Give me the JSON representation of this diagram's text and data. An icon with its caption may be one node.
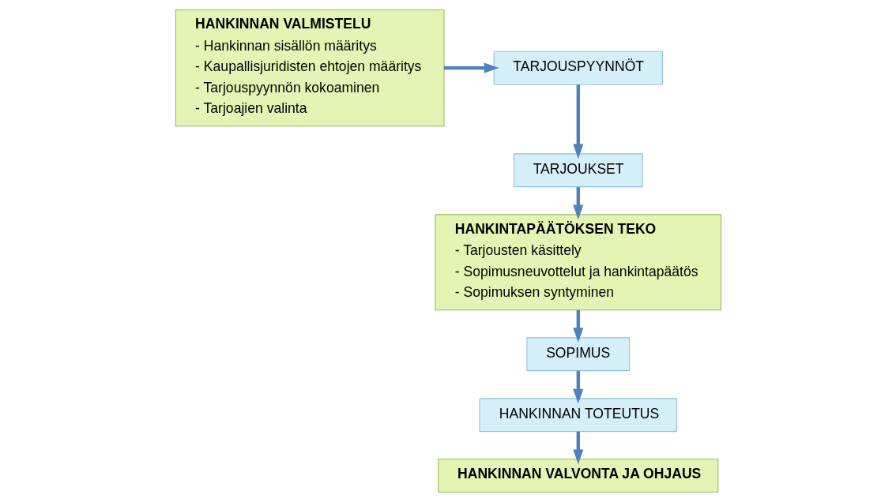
{
  "diagram": {
    "nodes": [
      {
        "text": [
          "HANKINNAN VALMISTELU",
          "- Hankinnan sisällön määritys",
          "- Kaupallisjuridisten ehtojen määritys",
          "- Tarjouspyynnön kokoaminen",
          "- Tarjoajien valinta"
        ]
      },
      {
        "text": [
          "TARJOUSPYYNNÖT"
        ]
      },
      {
        "text": [
          "TARJOUKSET"
        ]
      },
      {
        "text": [
          "HANKINTAPÄÄTÖKSEN TEKO",
          "- Tarjousten käsittely",
          "- Sopimusneuvottelut ja hankintapäätös",
          "- Sopimuksen syntyminen"
        ]
      },
      {
        "text": [
          "SOPIMUS"
        ]
      },
      {
        "text": [
          "HANKINNAN TOTEUTUS"
        ]
      },
      {
        "text": [
          "HANKINNAN VALVONTA JA OHJAUS"
        ]
      }
    ],
    "edges": [
      {
        "from": 0,
        "to": 1,
        "arrow": "to"
      },
      {
        "from": 1,
        "to": 2,
        "arrow": "to"
      },
      {
        "from": 2,
        "to": 3,
        "arrow": "to"
      },
      {
        "from": 3,
        "to": 4,
        "arrow": "to"
      },
      {
        "from": 4,
        "to": 5,
        "arrow": "to"
      },
      {
        "from": 5,
        "to": 6,
        "arrow": "to"
      }
    ]
  }
}
